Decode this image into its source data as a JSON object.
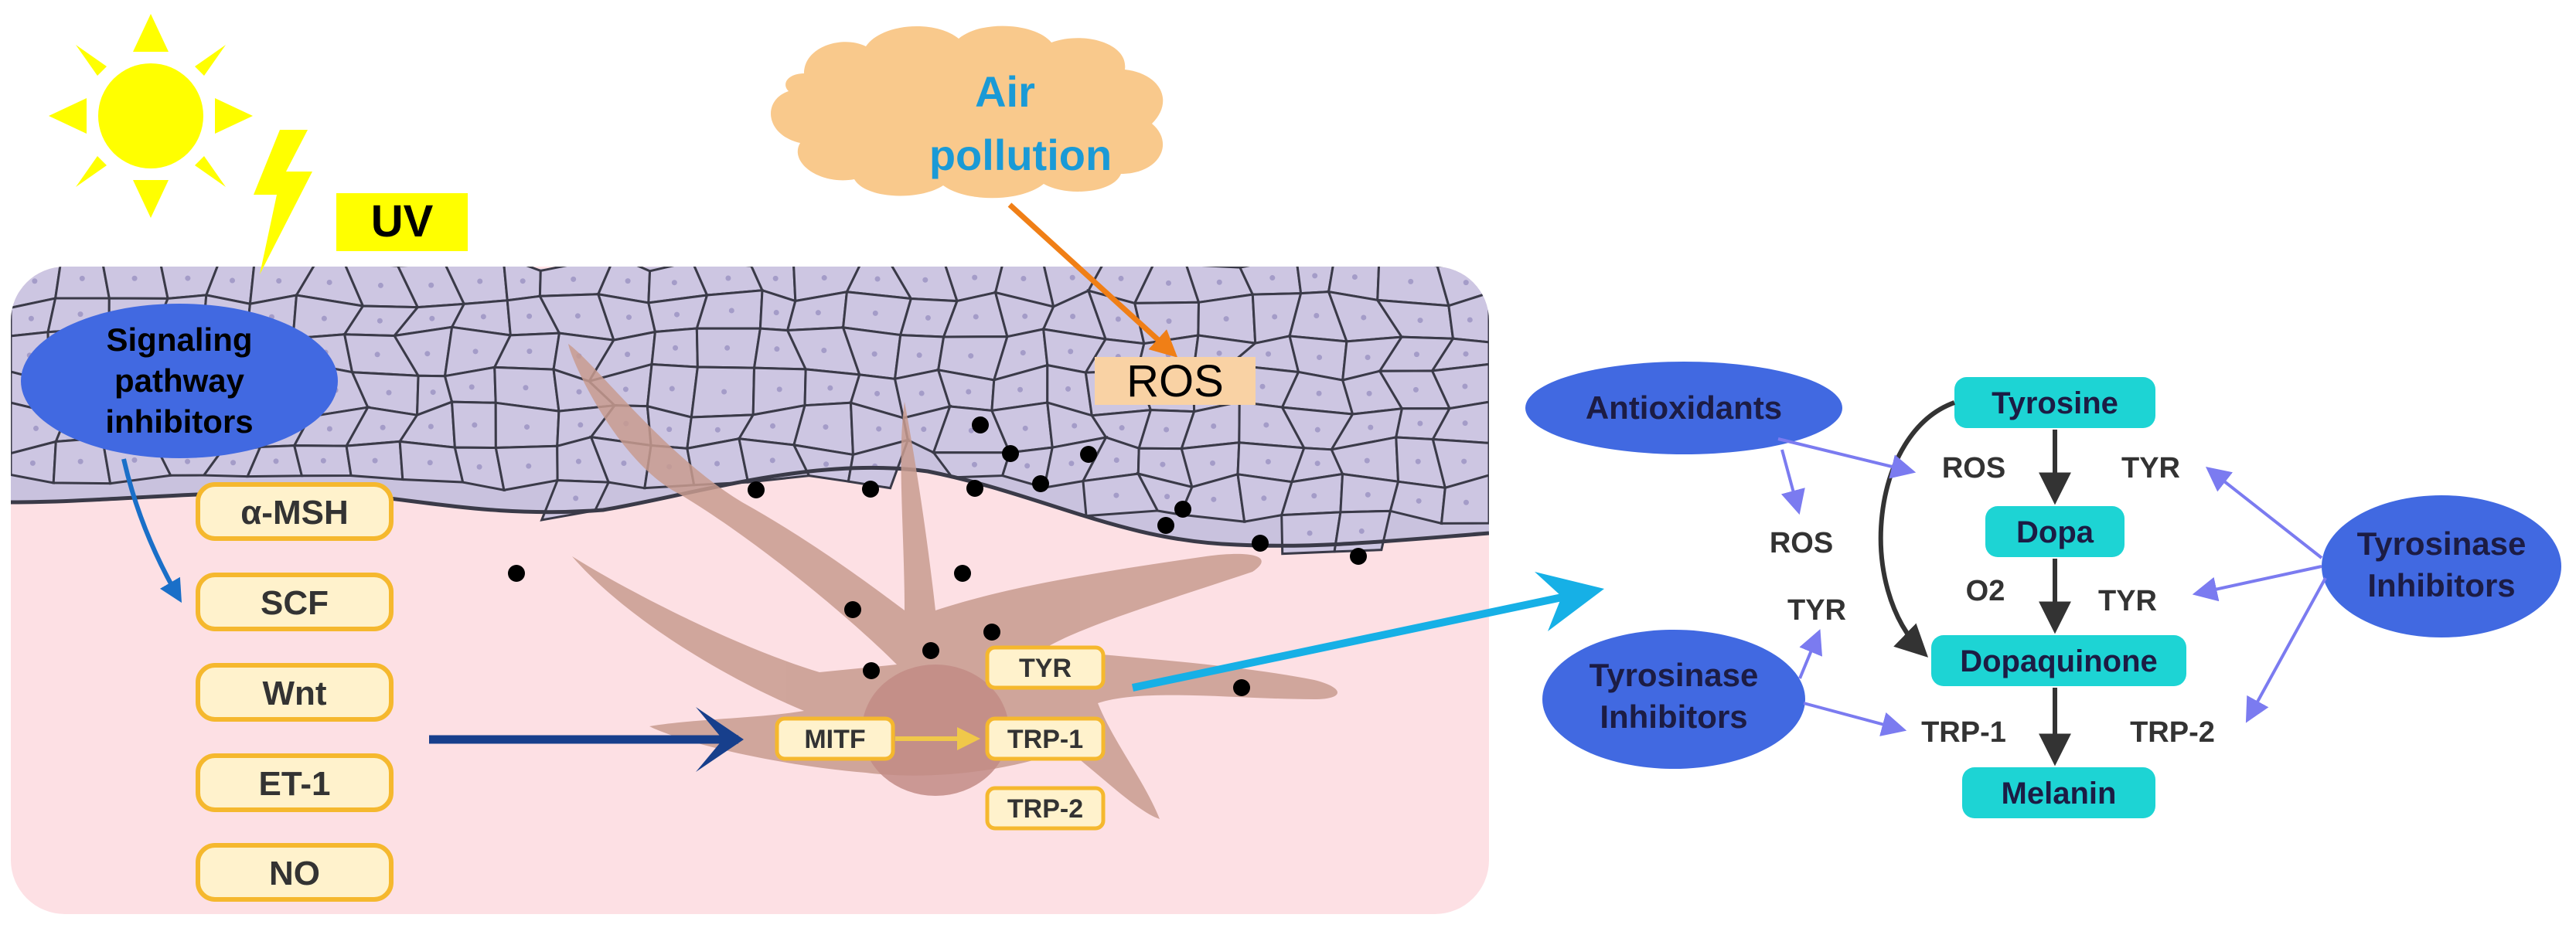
{
  "skin_panel": {
    "uv_label": "UV",
    "air_pollution": [
      "Air",
      "pollution"
    ],
    "ros_label": "ROS",
    "signaling_inhibitors": [
      "Signaling",
      "pathway",
      "inhibitors"
    ],
    "factors": [
      "α-MSH",
      "SCF",
      "Wnt",
      "ET-1",
      "NO"
    ],
    "cell_labels": {
      "mitf": "MITF",
      "tyr": "TYR",
      "trp1": "TRP-1",
      "trp2": "TRP-2"
    }
  },
  "pathway_panel": {
    "antioxidants": "Antioxidants",
    "tyrosinase_inhibitors_left": [
      "Tyrosinase",
      "Inhibitors"
    ],
    "tyrosinase_inhibitors_right": [
      "Tyrosinase",
      "Inhibitors"
    ],
    "steps": [
      "Tyrosine",
      "Dopa",
      "Dopaquinone",
      "Melanin"
    ],
    "labels": {
      "ros_top": "ROS",
      "ros_left": "ROS",
      "tyr_top": "TYR",
      "o2": "O2",
      "tyr_mid": "TYR",
      "tyr_left": "TYR",
      "trp1": "TRP-1",
      "trp2": "TRP-2"
    }
  },
  "colors": {
    "sun": "#ffff00",
    "skin_pink": "#fde0e4",
    "epidermis": "#c9c2de",
    "cell_line": "#3a3a48",
    "melanocyte": "#c89b8f",
    "factor_fill": "#fff2cc",
    "factor_border": "#f5b82e",
    "cloud": "#f9c98c",
    "air_text": "#1a9ad6",
    "ros_box": "#f9d2a4",
    "inhibitor_blue": "#4169e1",
    "teal": "#1dd4d4",
    "light_arrow": "#7b7bf0",
    "dark_blue_arrow": "#173f8c",
    "cyan_arrow": "#16b0e6",
    "orange_arrow": "#f07f16"
  }
}
